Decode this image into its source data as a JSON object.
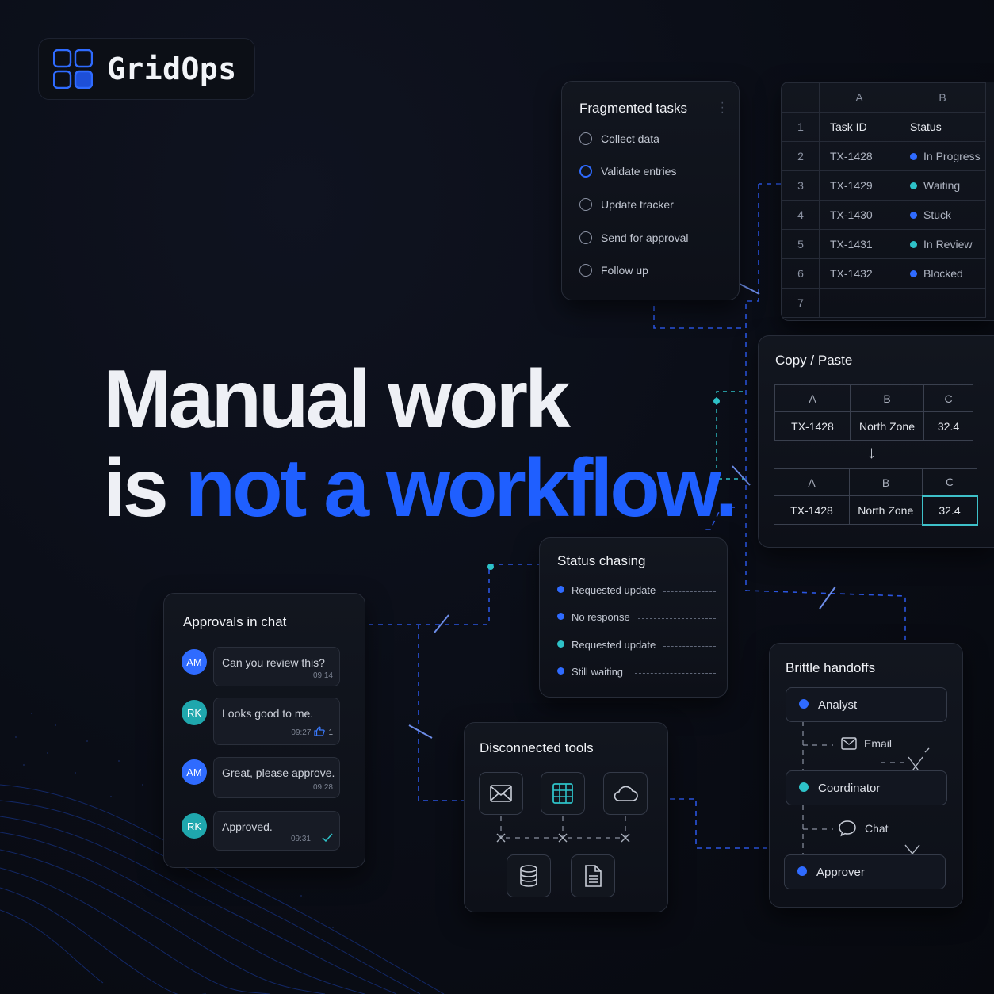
{
  "brand": {
    "name": "GridOps"
  },
  "headline": {
    "line1": "Manual work",
    "line2_prefix": "is",
    "line2_highlight": "not a workflow."
  },
  "colors": {
    "accent_blue": "#1f5fff",
    "teal": "#2ec2c8",
    "background": "#0a0d16"
  },
  "fragmented_tasks": {
    "title": "Fragmented tasks",
    "items": [
      {
        "label": "Collect data",
        "active": false
      },
      {
        "label": "Validate entries",
        "active": true
      },
      {
        "label": "Update tracker",
        "active": false
      },
      {
        "label": "Send for approval",
        "active": false
      },
      {
        "label": "Follow up",
        "active": false
      }
    ]
  },
  "spreadsheet": {
    "columns": [
      "A",
      "B"
    ],
    "row_numbers": [
      "1",
      "2",
      "3",
      "4",
      "5",
      "6",
      "7"
    ],
    "header": {
      "a": "Task ID",
      "b": "Status"
    },
    "rows": [
      {
        "id": "TX-1428",
        "status": "In Progress",
        "dot": "#2f6bff"
      },
      {
        "id": "TX-1429",
        "status": "Waiting",
        "dot": "#2ec2c8"
      },
      {
        "id": "TX-1430",
        "status": "Stuck",
        "dot": "#2f6bff"
      },
      {
        "id": "TX-1431",
        "status": "In Review",
        "dot": "#2ec2c8"
      },
      {
        "id": "TX-1432",
        "status": "Blocked",
        "dot": "#2f6bff"
      }
    ]
  },
  "copy_paste": {
    "title": "Copy / Paste",
    "columns": [
      "A",
      "B",
      "C"
    ],
    "source": [
      "TX-1428",
      "North Zone",
      "32.4"
    ],
    "target": [
      "TX-1428",
      "North Zone",
      "32.4"
    ],
    "arrow": "↓"
  },
  "status_chasing": {
    "title": "Status chasing",
    "items": [
      {
        "label": "Requested update",
        "dot": "#2f6bff"
      },
      {
        "label": "No response",
        "dot": "#2f6bff"
      },
      {
        "label": "Requested update",
        "dot": "#2ec2c8"
      },
      {
        "label": "Still waiting",
        "dot": "#2f6bff"
      }
    ]
  },
  "approvals": {
    "title": "Approvals in chat",
    "messages": [
      {
        "initials": "AM",
        "text": "Can you review this?",
        "time": "09:14",
        "avatar_color": "#2f6bff",
        "extra": ""
      },
      {
        "initials": "RK",
        "text": "Looks good to me.",
        "time": "09:27",
        "avatar_color": "#1fa7ad",
        "extra": "1"
      },
      {
        "initials": "AM",
        "text": "Great, please approve.",
        "time": "09:28",
        "avatar_color": "#2f6bff",
        "extra": ""
      },
      {
        "initials": "RK",
        "text": "Approved.",
        "time": "09:31",
        "avatar_color": "#1fa7ad",
        "extra": ""
      }
    ]
  },
  "disconnected_tools": {
    "title": "Disconnected tools",
    "icons": [
      "mail-icon",
      "spreadsheet-icon",
      "cloud-icon",
      "database-icon",
      "document-icon"
    ]
  },
  "handoffs": {
    "title": "Brittle handoffs",
    "roles": [
      {
        "label": "Analyst",
        "dot": "#2f6bff"
      },
      {
        "label": "Coordinator",
        "dot": "#2ec2c8"
      },
      {
        "label": "Approver",
        "dot": "#2f6bff"
      }
    ],
    "channels": [
      "Email",
      "Chat"
    ]
  }
}
